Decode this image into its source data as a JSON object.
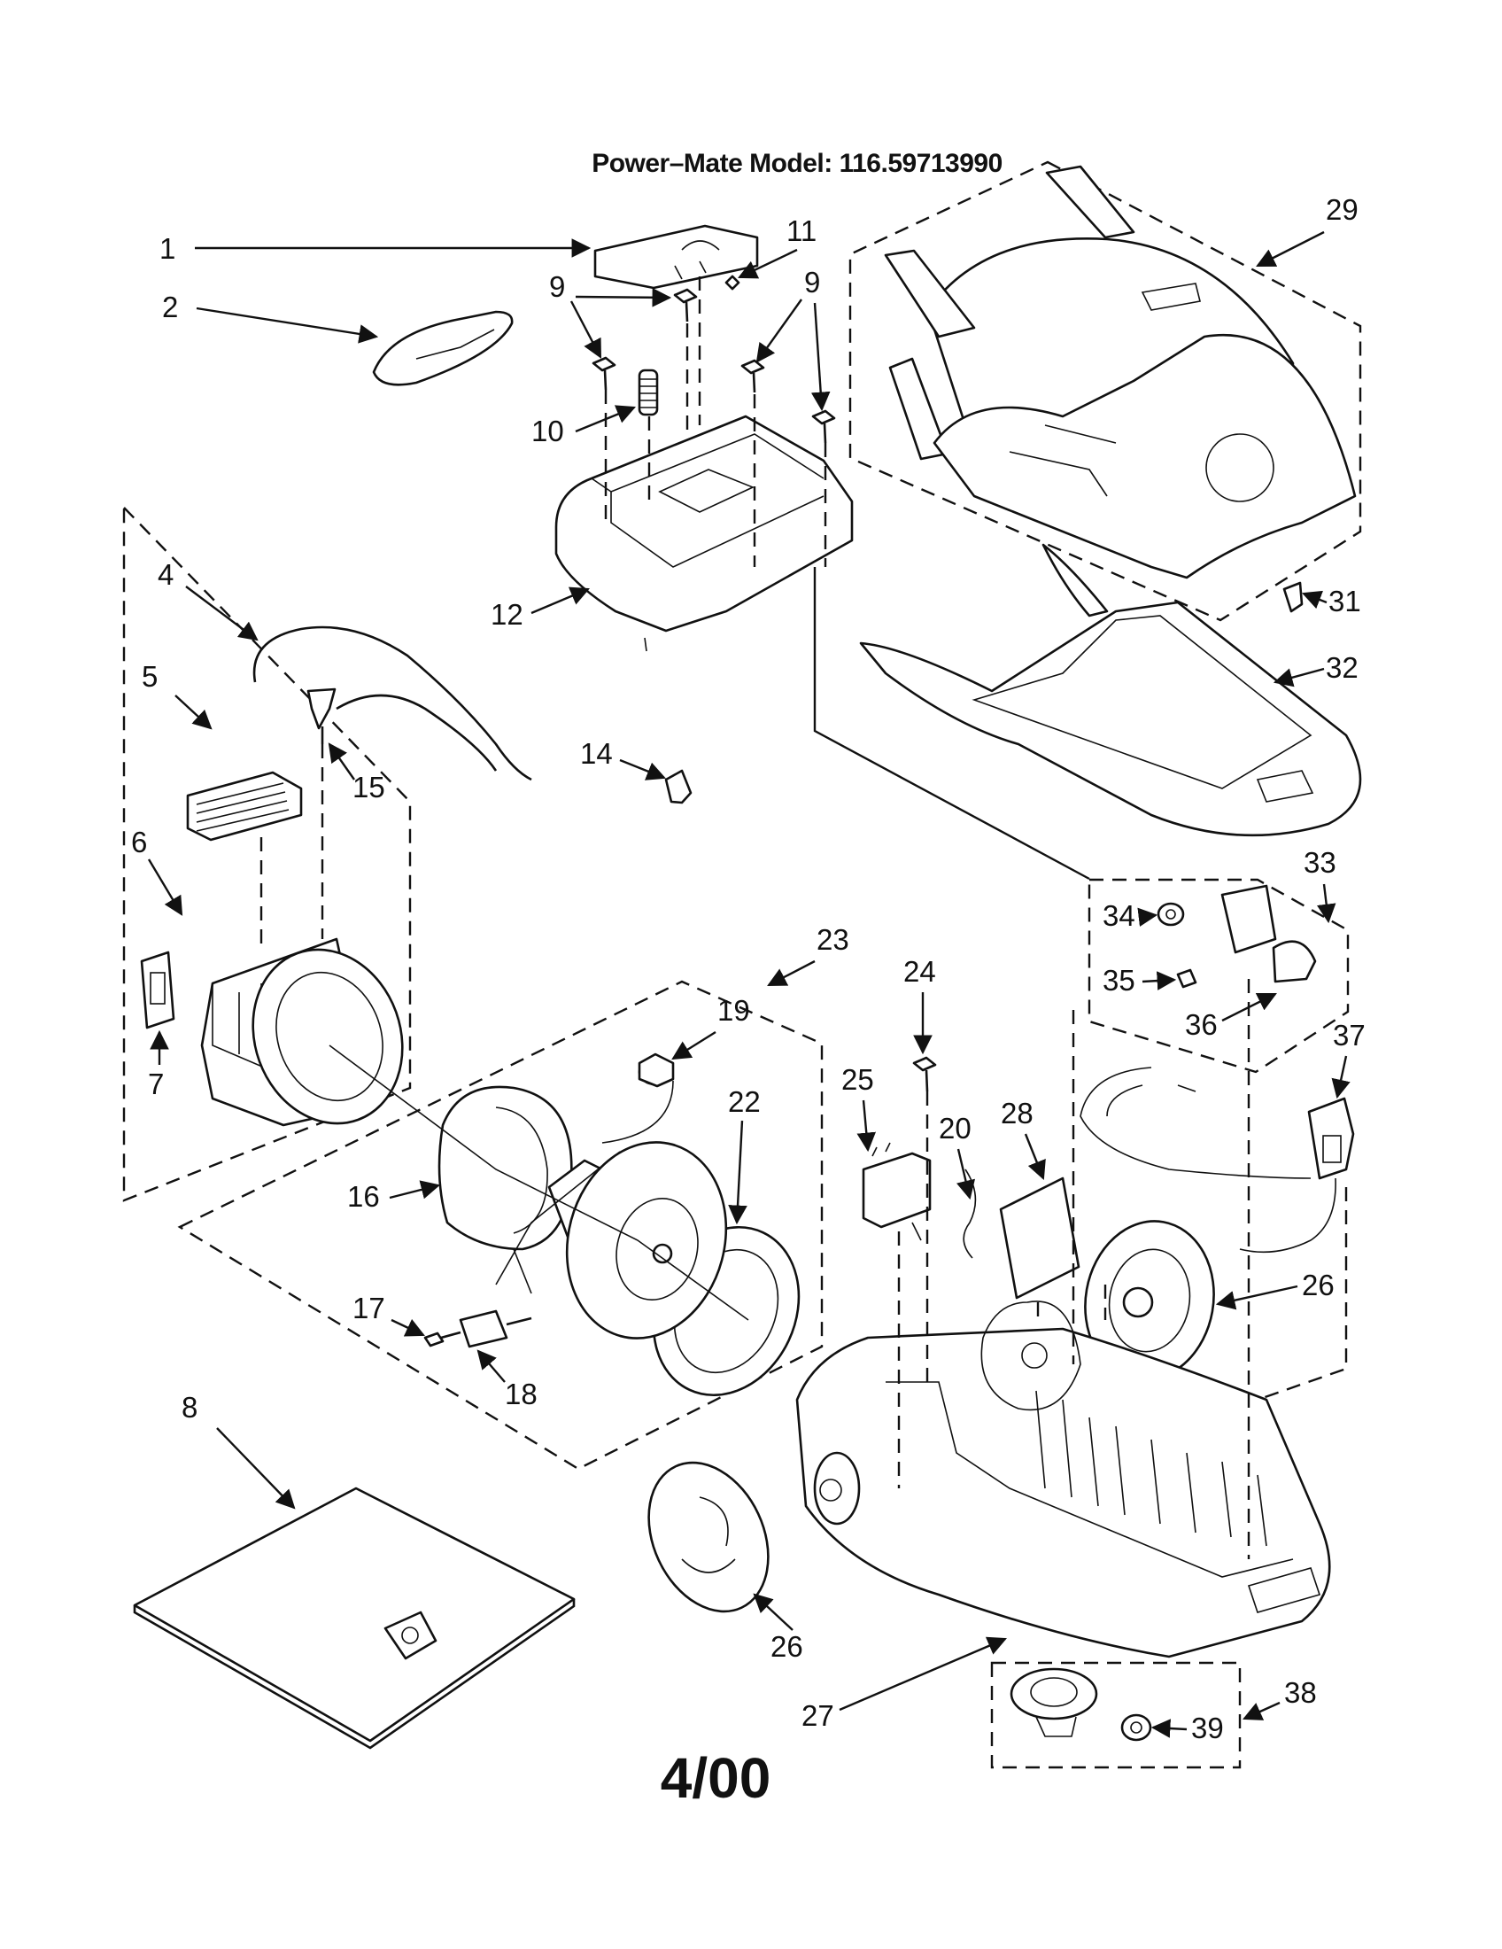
{
  "header": {
    "model_title": "Power–Mate Model: 116.59713990"
  },
  "footer": {
    "date_code": "4/00"
  },
  "callouts": {
    "c1": "1",
    "c2": "2",
    "c4": "4",
    "c5": "5",
    "c6": "6",
    "c7": "7",
    "c8": "8",
    "c9a": "9",
    "c9b": "9",
    "c10": "10",
    "c11": "11",
    "c12": "12",
    "c14": "14",
    "c15": "15",
    "c16": "16",
    "c17": "17",
    "c18": "18",
    "c19": "19",
    "c20": "20",
    "c22": "22",
    "c23": "23",
    "c24": "24",
    "c25": "25",
    "c26a": "26",
    "c26b": "26",
    "c27": "27",
    "c28": "28",
    "c29": "29",
    "c31": "31",
    "c32": "32",
    "c33": "33",
    "c34": "34",
    "c35": "35",
    "c36": "36",
    "c37": "37",
    "c38": "38",
    "c39": "39"
  }
}
